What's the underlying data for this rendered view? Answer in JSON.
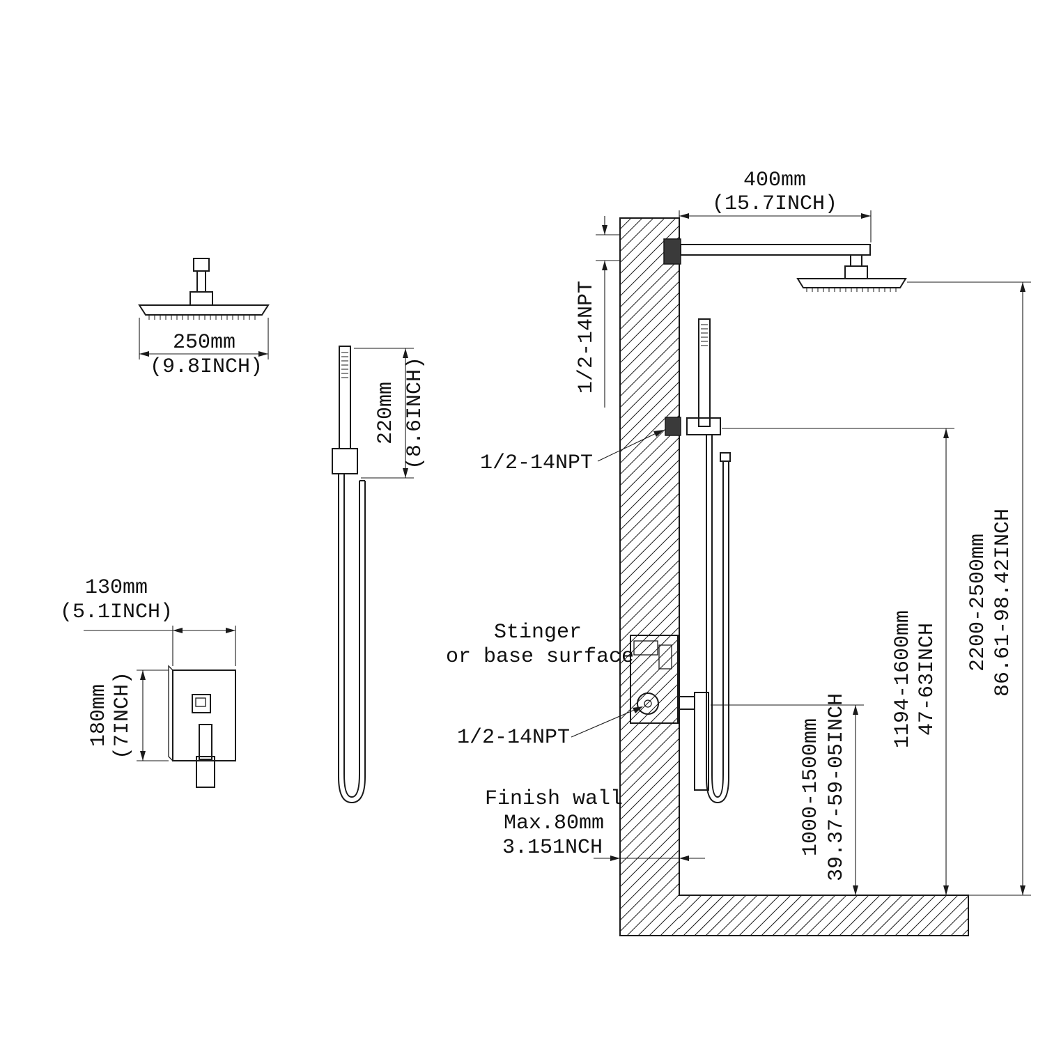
{
  "diagram": {
    "type": "installation-dimension-drawing",
    "subject": "wall-mounted rain shower system with hand shower and mixer valve"
  },
  "labels": {
    "head_width_mm": "250mm",
    "head_width_inch": "(9.8INCH)",
    "hand_height_mm": "220mm",
    "hand_height_inch": "(8.6INCH)",
    "valve_width_mm": "130mm",
    "valve_width_inch": "(5.1INCH)",
    "valve_height_mm": "180mm",
    "valve_height_inch": "(7INCH)",
    "arm_length_mm": "400mm",
    "arm_length_inch": "(15.7INCH)",
    "npt_top": "1/2-14NPT",
    "npt_mid": "1/2-14NPT",
    "npt_bottom": "1/2-14NPT",
    "stinger_line1": "Stinger",
    "stinger_line2": "or base surface",
    "finish_line1": "Finish wall",
    "finish_line2": "Max.80mm",
    "finish_line3": "3.151NCH",
    "height_valve_mm": "1000-1500mm",
    "height_valve_inch": "39.37-59-05INCH",
    "height_holder_mm": "1194-1600mm",
    "height_holder_inch": "47-63INCH",
    "height_head_mm": "2200-2500mm",
    "height_head_inch": "86.61-98.42INCH"
  },
  "colors": {
    "ink": "#1a1a1a",
    "background": "#ffffff",
    "filled_fitting": "#3a3a3a"
  }
}
